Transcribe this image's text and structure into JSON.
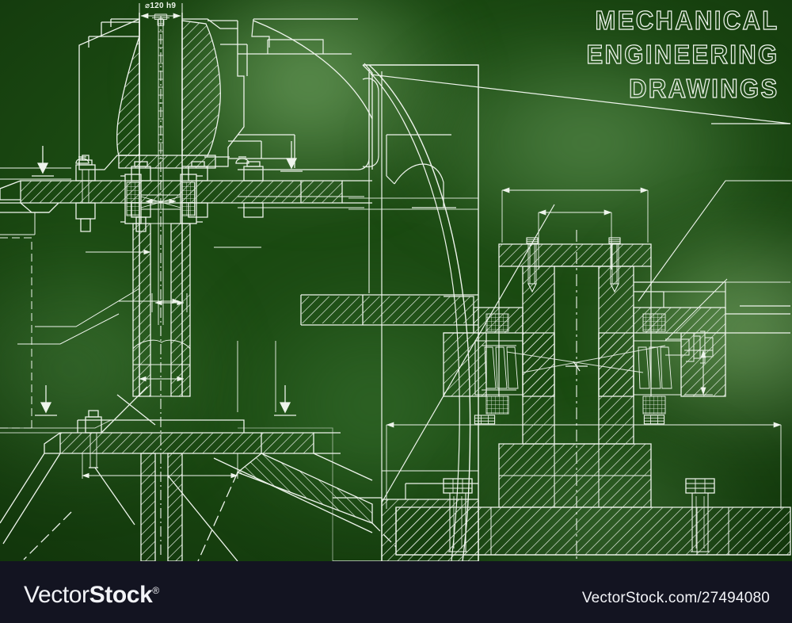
{
  "title": {
    "line1": "MECHANICAL",
    "line2": "ENGINEERING",
    "line3": "DRAWINGS"
  },
  "annotations": {
    "diameter_tolerance": "⌀120 h9"
  },
  "footer": {
    "brand_light": "Vector",
    "brand_bold": "Stock",
    "registered_mark": "®",
    "url": "VectorStock.com/27494080"
  },
  "colors": {
    "background_dark_green": "#1b4a12",
    "background_light_green": "#6ea05f",
    "line_color": "#eef4ec",
    "footer_background": "#131421",
    "footer_text": "#f2f3f7"
  },
  "drawing": {
    "subject": "mechanical engineering technical blueprint",
    "style": "green blueprint with white line work",
    "views": [
      "left sectional assembly with hatched conical hub, shaft, bearings and bolted flange",
      "central outlined curved housing profile",
      "right sectional assembly with shaft, bearings, retaining bolts and base plate"
    ],
    "features": [
      "cross-hatched section areas",
      "dash-dot centrelines",
      "dimension lines with arrowheads",
      "surface finish arrow symbols",
      "hexagon head bolts and studs",
      "leader lines"
    ]
  }
}
